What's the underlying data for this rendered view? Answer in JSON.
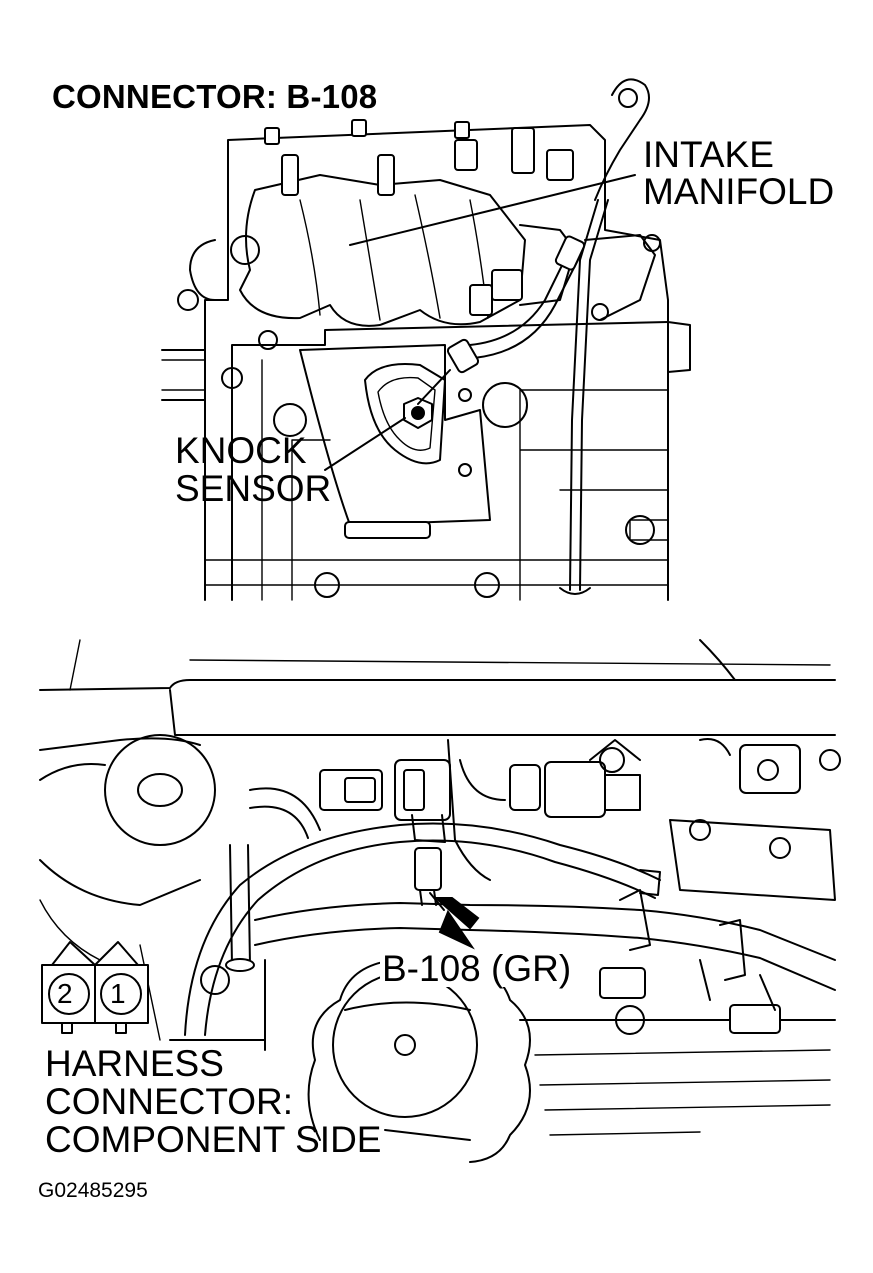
{
  "title": "CONNECTOR: B-108",
  "labels": {
    "intake_manifold_line1": "INTAKE",
    "intake_manifold_line2": "MANIFOLD",
    "knock_sensor_line1": "KNOCK",
    "knock_sensor_line2": "SENSOR",
    "connector_callout": "B-108 (GR)",
    "harness_line1": "HARNESS",
    "harness_line2": "CONNECTOR:",
    "harness_line3": "COMPONENT SIDE"
  },
  "connector_pins": [
    "2",
    "1"
  ],
  "figure_code": "G02485295",
  "colors": {
    "ink": "#000000",
    "paper": "#ffffff"
  }
}
